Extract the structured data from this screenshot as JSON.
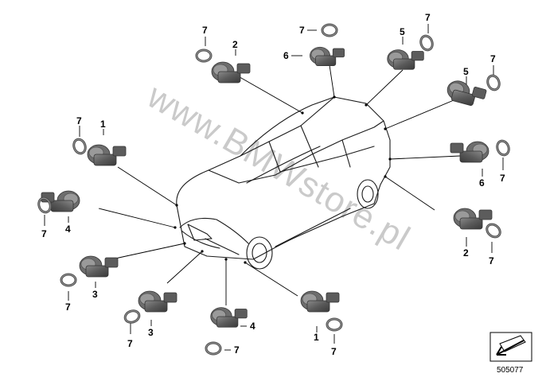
{
  "diagram": {
    "watermark": "www.BMWstore.pl",
    "reference_number": "505077",
    "callouts": {
      "top_ring_a": "7",
      "top_sensor_2": "2",
      "top_ring_b": "7",
      "top_sensor_6": "6",
      "top_ring_c": "7",
      "top_sensor_5a": "5",
      "right_ring_a": "7",
      "right_sensor_5": "5",
      "left_ring_a": "7",
      "left_sensor_1": "1",
      "left_ring_b": "7",
      "left_sensor_4": "4",
      "right_sensor_6": "6",
      "right_ring_b": "7",
      "right_sensor_2": "2",
      "right_ring_c": "7",
      "bottom_sensor_3a": "3",
      "bottom_ring_a": "7",
      "bottom_sensor_3b": "3",
      "bottom_ring_b": "7",
      "bottom_sensor_4": "4",
      "bottom_ring_c": "7",
      "bottom_sensor_1": "1",
      "bottom_ring_d": "7"
    }
  }
}
